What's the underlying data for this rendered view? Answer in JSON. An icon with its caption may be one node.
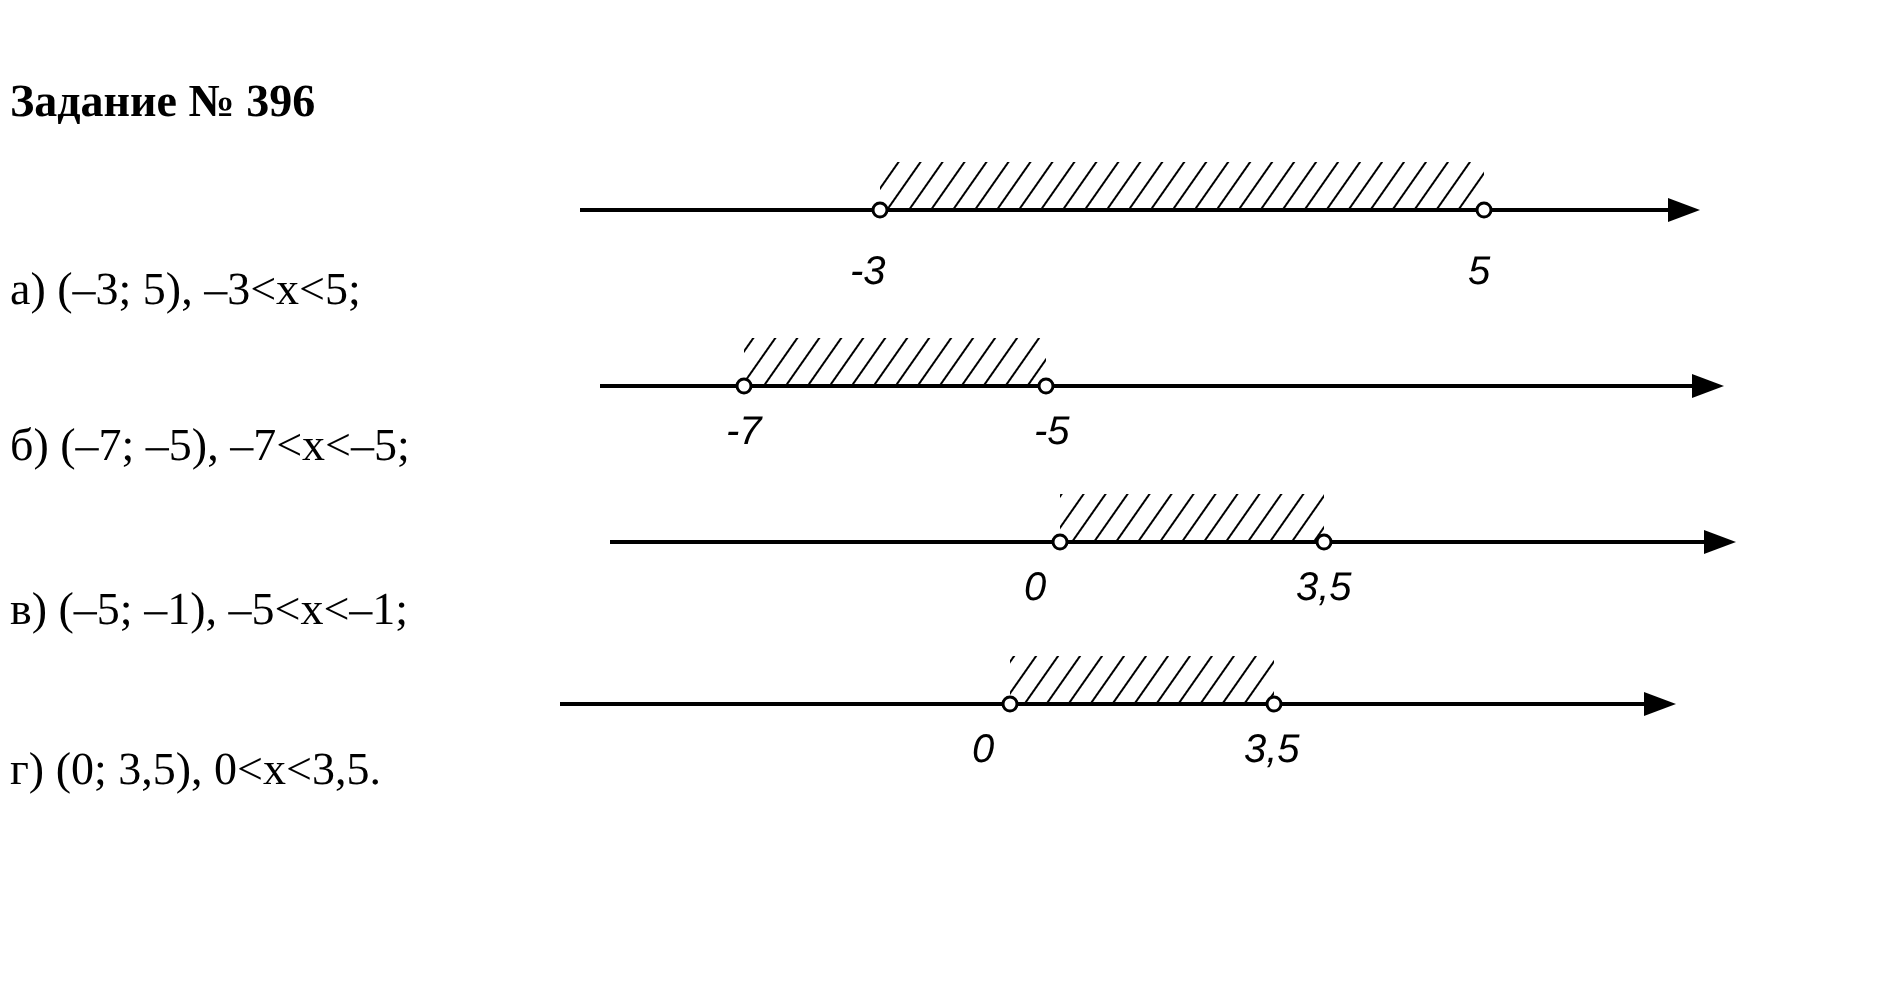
{
  "diagram": {
    "title": "Задание № 396",
    "labels": [
      "а) (–3; 5), –3<x<5;",
      "б) (–7; –5), –7<x<–5;",
      "в) (–5; –1), –5<x<–1;",
      "г) (0; 3,5), 0<x<3,5.",
      "-3",
      "5",
      "-7",
      "-5",
      "0",
      "3,5",
      "0",
      "3,5"
    ]
  }
}
